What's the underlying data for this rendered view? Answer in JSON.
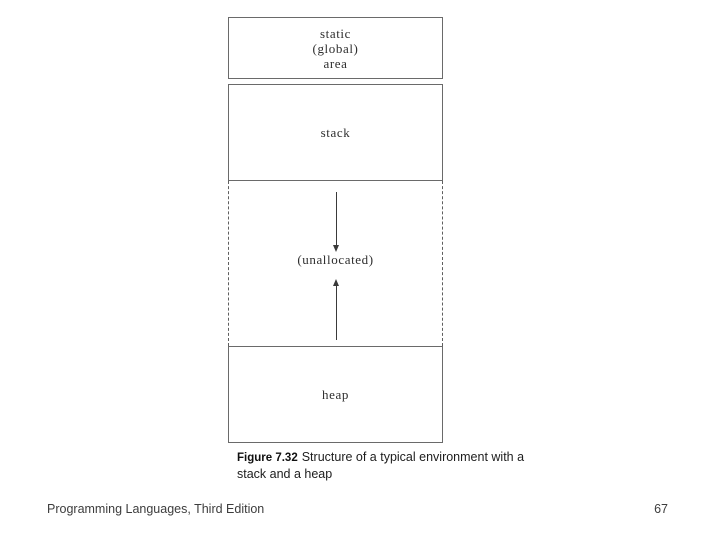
{
  "diagram": {
    "static_label": "static\n(global)\narea",
    "stack_label": "stack",
    "unallocated_label": "(unallocated)",
    "heap_label": "heap",
    "caption_figure": "Figure 7.32",
    "caption_text": "Structure of a typical environment with a stack and a heap"
  },
  "footer": {
    "book_title": "Programming Languages, Third Edition",
    "page_number": "67"
  },
  "colors": {
    "background": "#ffffff",
    "box_border": "#6a6a6a",
    "label_text": "#2e2e2e",
    "arrow": "#3a3a3a",
    "caption_text": "#1d1d1d",
    "footer_text": "#3d3d3d"
  }
}
